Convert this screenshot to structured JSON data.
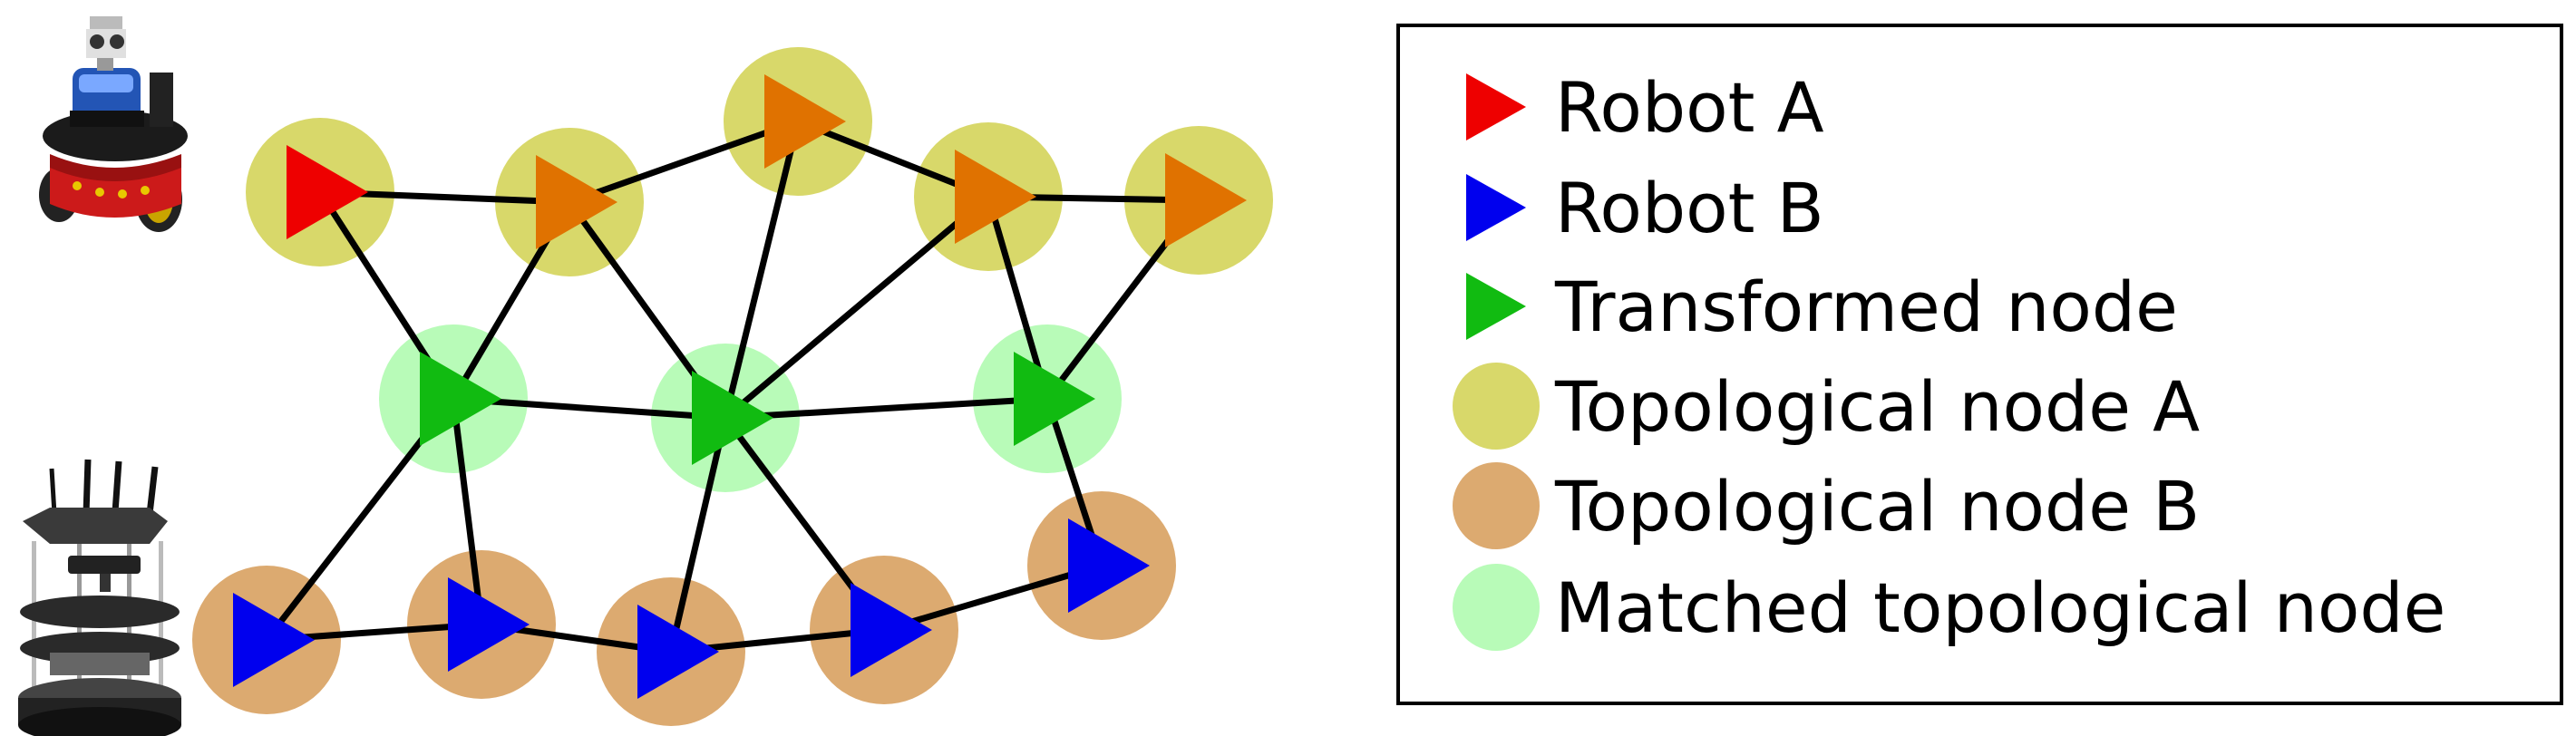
{
  "colors": {
    "robot_a": "#ee0000",
    "robot_b": "#0000ee",
    "transformed": "#11bb11",
    "topo_a": "#d8d86a",
    "topo_b": "#dcaa70",
    "matched": "#b8fbb8",
    "orange_node": "#e07200",
    "edge": "#000000"
  },
  "icons": [
    "robot-a-photo-icon",
    "robot-b-photo-icon"
  ],
  "legend": {
    "items": [
      {
        "id": "robot-a",
        "label": "Robot A",
        "marker": "triangle",
        "color_key": "robot_a"
      },
      {
        "id": "robot-b",
        "label": "Robot B",
        "marker": "triangle",
        "color_key": "robot_b"
      },
      {
        "id": "transformed-node",
        "label": "Transformed node",
        "marker": "triangle",
        "color_key": "transformed"
      },
      {
        "id": "topological-node-a",
        "label": "Topological node A",
        "marker": "circle",
        "color_key": "topo_a"
      },
      {
        "id": "topological-node-b",
        "label": "Topological node B",
        "marker": "circle",
        "color_key": "topo_b"
      },
      {
        "id": "matched-topological-node",
        "label": "Matched topological node",
        "marker": "circle",
        "color_key": "matched"
      }
    ]
  },
  "graph": {
    "nodes": [
      {
        "id": "a1",
        "background": "topo_a",
        "marker": "robot_a"
      },
      {
        "id": "a2",
        "background": "topo_a",
        "marker": "orange_node"
      },
      {
        "id": "a3",
        "background": "topo_a",
        "marker": "orange_node"
      },
      {
        "id": "a4",
        "background": "topo_a",
        "marker": "orange_node"
      },
      {
        "id": "a5",
        "background": "topo_a",
        "marker": "orange_node"
      },
      {
        "id": "m1",
        "background": "matched",
        "marker": "transformed"
      },
      {
        "id": "m2",
        "background": "matched",
        "marker": "transformed"
      },
      {
        "id": "m3",
        "background": "matched",
        "marker": "transformed"
      },
      {
        "id": "b1",
        "background": "topo_b",
        "marker": "robot_b"
      },
      {
        "id": "b2",
        "background": "topo_b",
        "marker": "robot_b"
      },
      {
        "id": "b3",
        "background": "topo_b",
        "marker": "robot_b"
      },
      {
        "id": "b4",
        "background": "topo_b",
        "marker": "robot_b"
      },
      {
        "id": "b5",
        "background": "topo_b",
        "marker": "robot_b"
      }
    ],
    "edges": [
      [
        "a1",
        "a2"
      ],
      [
        "a2",
        "a3"
      ],
      [
        "a3",
        "a4"
      ],
      [
        "a4",
        "a5"
      ],
      [
        "a1",
        "m1"
      ],
      [
        "m1",
        "a2"
      ],
      [
        "a2",
        "m2"
      ],
      [
        "m2",
        "a3"
      ],
      [
        "m2",
        "a4"
      ],
      [
        "a4",
        "m3"
      ],
      [
        "m3",
        "a5"
      ],
      [
        "m1",
        "m2"
      ],
      [
        "m2",
        "m3"
      ],
      [
        "m1",
        "b1"
      ],
      [
        "m1",
        "b2"
      ],
      [
        "m2",
        "b3"
      ],
      [
        "m2",
        "b4"
      ],
      [
        "m3",
        "b5"
      ],
      [
        "b1",
        "b2"
      ],
      [
        "b2",
        "b3"
      ],
      [
        "b3",
        "b4"
      ],
      [
        "b4",
        "b5"
      ]
    ]
  }
}
